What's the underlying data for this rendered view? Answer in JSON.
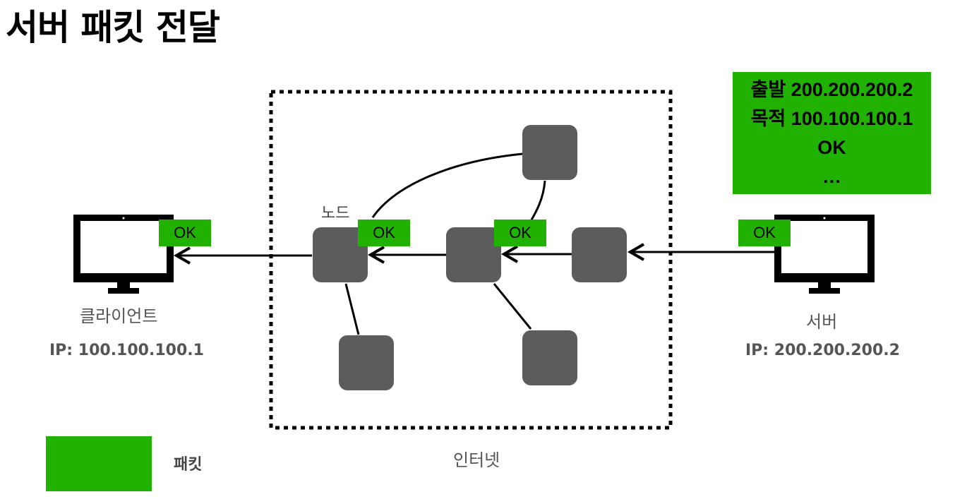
{
  "title": "서버 패킷 전달",
  "client": {
    "name": "클라이언트",
    "ip": "IP: 100.100.100.1"
  },
  "server": {
    "name": "서버",
    "ip": "IP: 200.200.200.2"
  },
  "internet": {
    "label": "인터넷",
    "node_label": "노드"
  },
  "packet_tags": [
    "OK",
    "OK",
    "OK",
    "OK"
  ],
  "packet_detail": {
    "line1": "출발 200.200.200.2",
    "line2": "목적 100.100.100.1",
    "line3": "OK",
    "line4": "…"
  },
  "legend": {
    "label": "패킷"
  },
  "colors": {
    "packet": "#21b100",
    "node": "#5c5c5c",
    "monitor": "#000000",
    "text_gray": "#555555"
  }
}
